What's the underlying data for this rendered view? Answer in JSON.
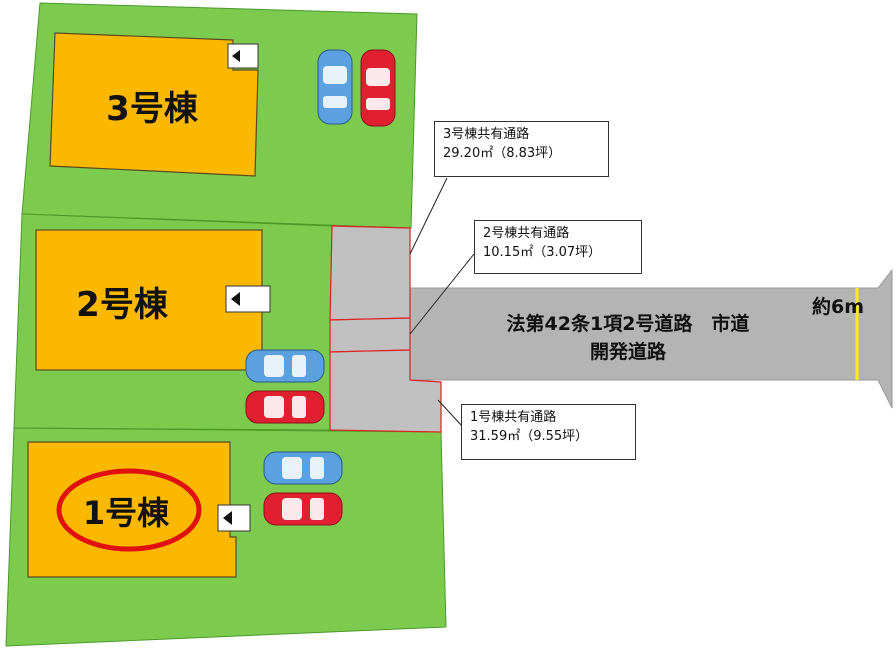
{
  "buildings": [
    {
      "id": "3",
      "label": "3号棟"
    },
    {
      "id": "2",
      "label": "2号棟"
    },
    {
      "id": "1",
      "label": "1号棟",
      "highlighted": true
    }
  ],
  "shared_paths": [
    {
      "building": "3",
      "title": "3号棟共有通路",
      "area": "29.20㎡（8.83坪）"
    },
    {
      "building": "2",
      "title": "2号棟共有通路",
      "area": "10.15㎡（3.07坪）"
    },
    {
      "building": "1",
      "title": "1号棟共有通路",
      "area": "31.59㎡（9.55坪）"
    }
  ],
  "road": {
    "line1": "法第42条1項2号道路　市道",
    "line2": "開発道路",
    "width_label": "約6m"
  },
  "colors": {
    "lot_green": "#7ccb4e",
    "building_orange": "#fbb800",
    "shared_path_gray": "#c0c0c0",
    "road_gray": "#b4b4b4",
    "boundary_red": "#e02020",
    "highlight_red": "#e01010",
    "car_blue": "#5ba0e0",
    "car_red": "#e02030",
    "width_marker_yellow": "#ffee00"
  },
  "icons": [
    "entrance-arrow-icon",
    "car-icon"
  ]
}
